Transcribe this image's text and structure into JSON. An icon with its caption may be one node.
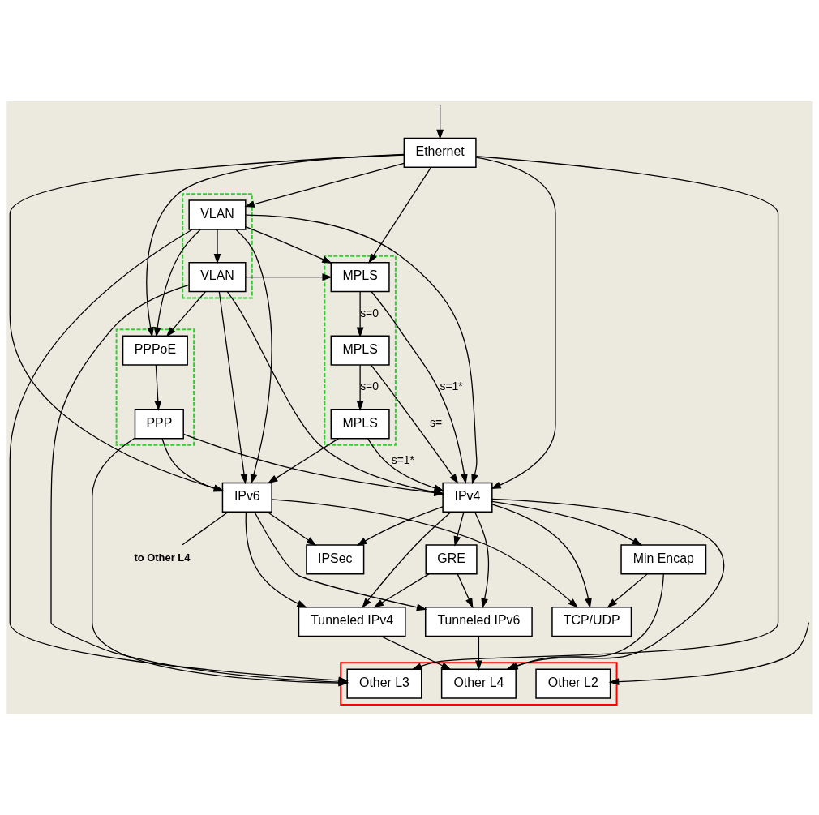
{
  "diagram": {
    "nodes": [
      {
        "text": [],
        "shape": "box"
      },
      {
        "text": [
          "Other L2"
        ],
        "in": 0
      },
      {
        "text": [
          "Ethernet"
        ]
      },
      {
        "text": [],
        "shape": "box"
      },
      {
        "text": [
          "PPPoE"
        ],
        "in": 3
      },
      {
        "text": [
          "PPP"
        ],
        "in": 3
      },
      {
        "text": [],
        "shape": "box"
      },
      {
        "text": [
          "VLAN"
        ],
        "in": 6
      },
      {
        "text": [
          "VLAN"
        ],
        "in": 6
      },
      {
        "text": [],
        "shape": "box"
      },
      {
        "text": [
          "MPLS"
        ],
        "in": 9
      },
      {
        "text": [
          "MPLS"
        ],
        "in": 9
      },
      {
        "text": [
          "MPLS"
        ],
        "in": 9
      },
      {
        "text": [
          "Other L3"
        ],
        "in": 0
      },
      {
        "text": [
          "IPv4"
        ]
      },
      {
        "text": [
          "IPv6"
        ]
      },
      {
        "text": [
          "to Other L4"
        ]
      },
      {
        "text": [
          "Min Encap"
        ]
      },
      {
        "text": [
          "GRE"
        ]
      },
      {
        "text": [
          "Tunneled IPv4"
        ]
      },
      {
        "text": [
          "Tunneled IPv6"
        ]
      },
      {
        "text": [
          "IPSec"
        ]
      },
      {
        "text": [
          "Other L4"
        ],
        "in": 0
      },
      {
        "text": [
          "TCP/UDP"
        ]
      }
    ],
    "edges": [
      {
        "from": null,
        "to": 2,
        "arrow": "to"
      },
      {
        "from": null,
        "to": 1,
        "arrow": "to"
      },
      {
        "from": 2,
        "to": 4,
        "arrow": "to"
      },
      {
        "from": 2,
        "to": 7,
        "arrow": "to"
      },
      {
        "from": 2,
        "to": 10,
        "arrow": "to"
      },
      {
        "from": 2,
        "to": 13,
        "arrow": "to"
      },
      {
        "from": 2,
        "to": 14,
        "arrow": "to"
      },
      {
        "from": 2,
        "to": 15,
        "arrow": "to"
      },
      {
        "from": 4,
        "to": 5,
        "arrow": "to"
      },
      {
        "from": 7,
        "to": 8,
        "arrow": "to"
      },
      {
        "from": 7,
        "to": 4,
        "arrow": "to"
      },
      {
        "from": 8,
        "to": 4,
        "arrow": "to"
      },
      {
        "from": 7,
        "to": 13,
        "arrow": "to"
      },
      {
        "from": 8,
        "to": 13,
        "arrow": "to"
      },
      {
        "from": 7,
        "to": 10,
        "arrow": "to"
      },
      {
        "from": 8,
        "to": 10,
        "arrow": "to"
      },
      {
        "from": 7,
        "to": 14,
        "arrow": "to"
      },
      {
        "from": 8,
        "to": 14,
        "arrow": "to"
      },
      {
        "from": 7,
        "to": 15,
        "arrow": "to"
      },
      {
        "from": 8,
        "to": 15,
        "arrow": "to"
      },
      {
        "from": 5,
        "to": 13,
        "arrow": "to"
      },
      {
        "from": 5,
        "to": 14,
        "arrow": "to"
      },
      {
        "from": 5,
        "to": 15,
        "arrow": "to"
      },
      {
        "from": 10,
        "to": 11,
        "label": "s=0",
        "arrow": "to"
      },
      {
        "from": 11,
        "to": 12,
        "label": "s=0",
        "arrow": "to"
      },
      {
        "from": 10,
        "to": 14,
        "label": "s=1*",
        "arrow": "to"
      },
      {
        "from": 11,
        "to": 14,
        "label": "s=",
        "arrow": "to"
      },
      {
        "from": 12,
        "to": 14,
        "label": "s=1*",
        "arrow": "to"
      },
      {
        "from": 12,
        "to": 15,
        "arrow": "to"
      },
      {
        "from": 14,
        "to": 17,
        "arrow": "to"
      },
      {
        "from": 14,
        "to": 18,
        "arrow": "to"
      },
      {
        "from": 14,
        "to": 19,
        "arrow": "to"
      },
      {
        "from": 14,
        "to": 20,
        "arrow": "to"
      },
      {
        "from": 14,
        "to": 21,
        "arrow": "to"
      },
      {
        "from": 15,
        "to": 19,
        "arrow": "to"
      },
      {
        "from": 15,
        "to": 20,
        "arrow": "to"
      },
      {
        "from": 15,
        "to": 21,
        "arrow": "to"
      },
      {
        "from": 15,
        "to": 16,
        "arrow": "none"
      },
      {
        "from": 18,
        "to": 19,
        "arrow": "to"
      },
      {
        "from": 18,
        "to": 20,
        "arrow": "to"
      },
      {
        "from": 14,
        "to": 22,
        "arrow": "to"
      },
      {
        "from": 17,
        "to": 22,
        "arrow": "to"
      },
      {
        "from": 19,
        "to": 22,
        "arrow": "to"
      },
      {
        "from": 20,
        "to": 22,
        "arrow": "to"
      },
      {
        "from": 17,
        "to": 23,
        "arrow": "to"
      },
      {
        "from": 14,
        "to": 23,
        "arrow": "to"
      },
      {
        "from": 15,
        "to": 23,
        "arrow": "to"
      }
    ]
  }
}
